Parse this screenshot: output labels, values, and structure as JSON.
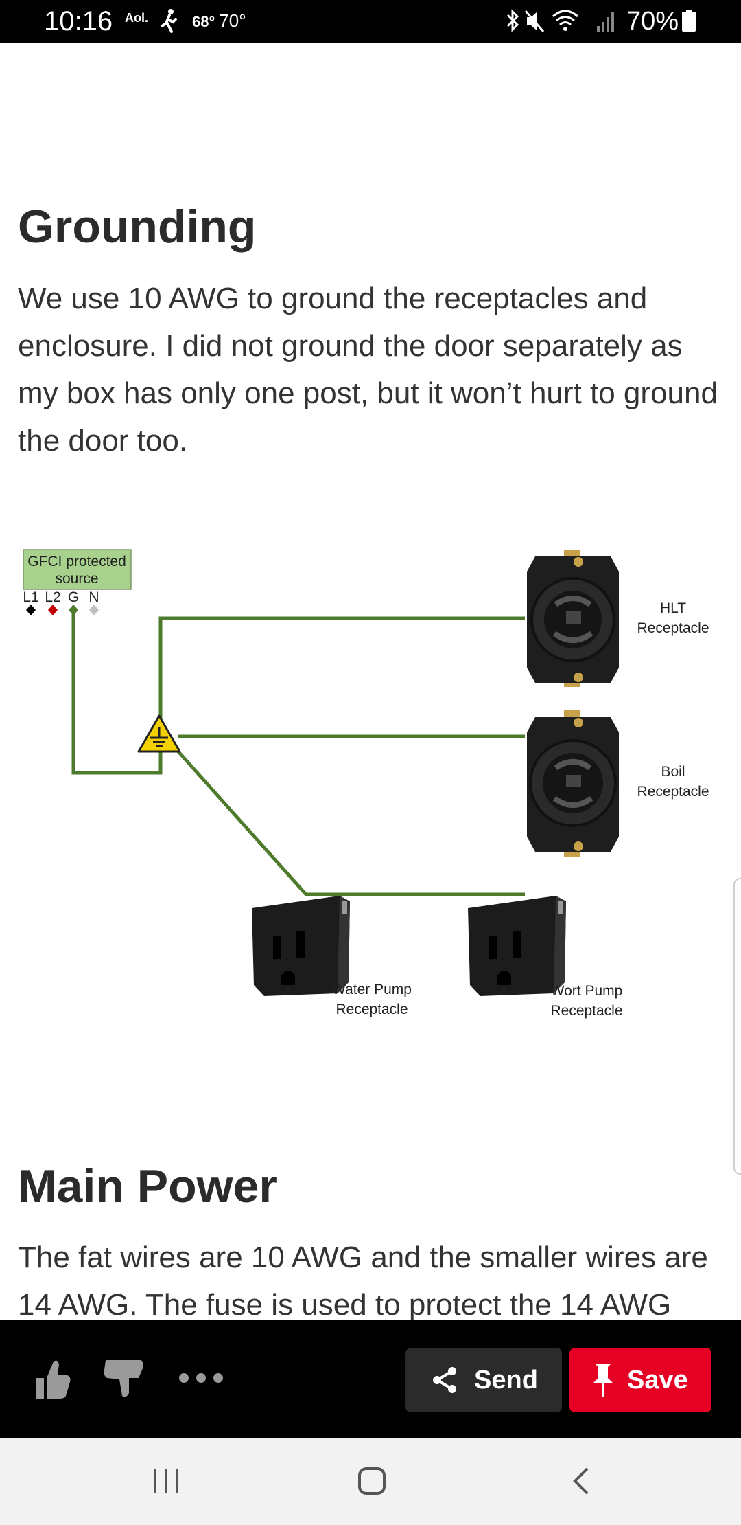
{
  "status_bar": {
    "time": "10:16",
    "aol": "Aol.",
    "temp_1": "68°",
    "temp_2": "70°",
    "battery": "70%"
  },
  "article": {
    "sections": [
      {
        "title": "Grounding",
        "body": "We use 10 AWG to ground the receptacles and enclosure. I did not ground the door separately as my box has only one post, but it won’t hurt to ground the door too."
      },
      {
        "title": "Main Power",
        "body": "The fat wires are 10 AWG and the smaller wires are 14 AWG. The fuse is used to protect the 14 AWG"
      }
    ]
  },
  "diagram": {
    "source_label_1": "GFCI protected",
    "source_label_2": "source",
    "terminals": [
      "L1",
      "L2",
      "G",
      "N"
    ],
    "receptacles": {
      "hlt_1": "HLT",
      "hlt_2": "Receptacle",
      "boil_1": "Boil",
      "boil_2": "Receptacle",
      "water_1": "Water Pump",
      "water_2": "Receptacle",
      "wort_1": "Wort Pump",
      "wort_2": "Receptacle"
    },
    "colors": {
      "ground_wire": "#4e7a2c",
      "source_box": "#a9d18e",
      "hazard": "#f4d000",
      "l2": "#c00000",
      "neutral": "#bfbfbf"
    }
  },
  "action_bar": {
    "send_label": "Send",
    "save_label": "Save",
    "save_color": "#e60023"
  }
}
